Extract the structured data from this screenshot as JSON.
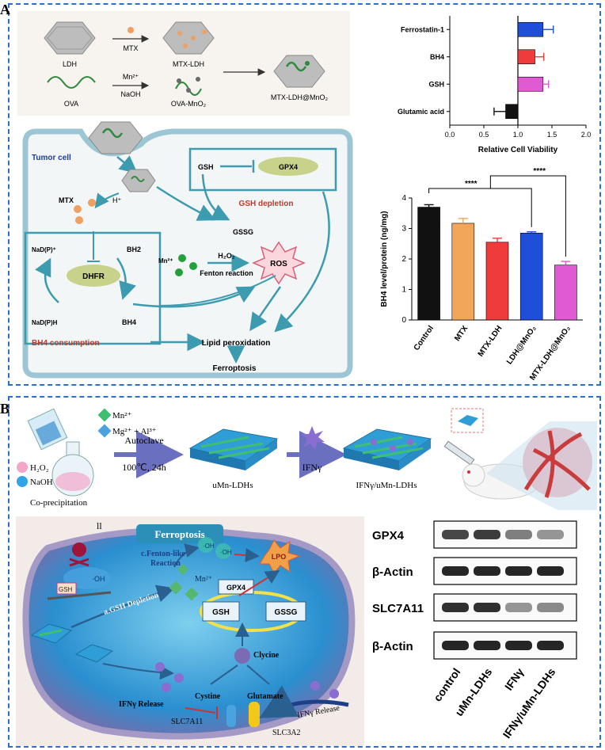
{
  "panels": {
    "a_label": "A",
    "b_label": "B"
  },
  "synthesis_a": {
    "ldh": "LDH",
    "mtx": "MTX",
    "mtx_ldh": "MTX-LDH",
    "ova": "OVA",
    "mn": "Mn²⁺",
    "naoh": "NaOH",
    "ova_mno2": "OVA-MnO₂",
    "product": "MTX-LDH@MnO₂"
  },
  "mechanism_a": {
    "tumor_cell": "Tumor cell",
    "h_plus": "H⁺",
    "mtx": "MTX",
    "gsh": "GSH",
    "gpx4": "GPX4",
    "gsh_depletion": "GSH depletion",
    "gssg": "GSSG",
    "nadp_plus": "NaD(P)⁺",
    "bh2": "BH2",
    "dhfr": "DHFR",
    "nadph": "NaD(P)H",
    "bh4": "BH4",
    "mn": "Mn²⁺",
    "h2o2": "H₂O₂",
    "fenton": "Fenton reaction",
    "ros": "ROS",
    "bh4_consumption": "BH4 consumption",
    "lipid_perox": "Lipid peroxidation",
    "ferroptosis": "Ferroptosis"
  },
  "chart_data": [
    {
      "type": "bar",
      "orientation": "horizontal",
      "categories": [
        "Ferrostatin-1",
        "BH4",
        "GSH",
        "Glutamic acid"
      ],
      "values": [
        1.37,
        1.25,
        1.37,
        0.82
      ],
      "errors": [
        0.15,
        0.13,
        0.08,
        0.17
      ],
      "colors": [
        "#1f4fd8",
        "#ef3b3b",
        "#e05ad4",
        "#111111"
      ],
      "xlabel": "Relative Cell Viability",
      "xlim": [
        0.0,
        2.0
      ],
      "xticks": [
        "0.0",
        "0.5",
        "1.0",
        "1.5",
        "2.0"
      ]
    },
    {
      "type": "bar",
      "categories": [
        "Control",
        "MTX",
        "MTX-LDH",
        "LDH@MnO₂",
        "MTX-LDH@MnO₂"
      ],
      "values": [
        3.7,
        3.17,
        2.55,
        2.85,
        1.8
      ],
      "errors": [
        0.08,
        0.16,
        0.13,
        0.04,
        0.12
      ],
      "colors": [
        "#111111",
        "#f2a65a",
        "#ef3b3b",
        "#1f4fd8",
        "#e05ad4"
      ],
      "ylabel": "BH4 level/protein (ng/mg)",
      "ylim": [
        0,
        4
      ],
      "yticks": [
        "0",
        "1",
        "2",
        "3",
        "4"
      ],
      "significance": [
        "****",
        "****"
      ]
    },
    {
      "type": "table",
      "title": "Western blot",
      "rows": [
        "GPX4",
        "β-Actin",
        "SLC7A11",
        "β-Actin"
      ],
      "columns": [
        "control",
        "uMn-LDHs",
        "IFNγ",
        "IFNγ/uMn-LDHs"
      ],
      "band_intensity": [
        [
          0.8,
          0.85,
          0.55,
          0.45
        ],
        [
          0.95,
          0.95,
          0.95,
          0.95
        ],
        [
          0.9,
          0.9,
          0.45,
          0.5
        ],
        [
          0.95,
          0.95,
          0.95,
          0.95
        ]
      ]
    }
  ],
  "synthesis_b": {
    "mn": "Mn²⁺",
    "mg_al": "Mg²⁺ + Al³⁺",
    "h2o2": "H₂O₂",
    "naoh": "NaOH",
    "coprecip": "Co-precipitation",
    "autoclave": "Autoclave",
    "condition": "100℃, 24h",
    "umn": "uMn-LDHs",
    "ifn": "IFNγ",
    "ifn_umn": "IFNγ/uMn-LDHs"
  },
  "mechanism_b": {
    "corner": "ll",
    "ferroptosis": "Ferroptosis",
    "fenton_like": "c.Fenton-like",
    "reaction": "Reaction",
    "oh1": "·OH",
    "oh2": "·OH",
    "oh3": "·OH",
    "lpo": "LPO",
    "gsh_small": "GSH",
    "mn": "Mn²⁺",
    "gpx4": "GPX4",
    "gsh": "GSH",
    "gssg": "GSSG",
    "gsh_depletion": "a.GSH Depletion",
    "glycine": "Clycine",
    "cystine": "Cystine",
    "glutamate": "Glutamate",
    "ifn_release1": "IFNγ Release",
    "slc7a11": "SLC7A11",
    "slc3a2": "SLC3A2",
    "ifn_release2": "IFNγ Release"
  },
  "colors": {
    "panel_border": "#2a6fc9",
    "cell_border": "#7fb6c9",
    "teal_arrow": "#3d9bb0",
    "red_label": "#c0392b"
  }
}
